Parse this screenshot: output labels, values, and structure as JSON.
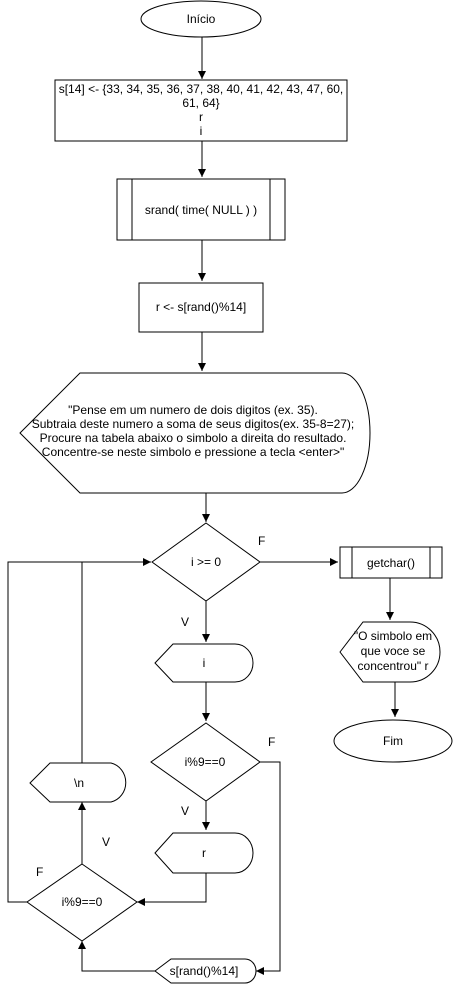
{
  "flowchart": {
    "start": "Início",
    "decl": {
      "line1": "s[14] <- {33, 34, 35, 36, 37, 38, 40, 41, 42, 43, 47, 60,",
      "line2": "61, 64}",
      "line3": "r",
      "line4": "i"
    },
    "srand": "srand( time( NULL ) )",
    "assign_r": "r <- s[rand()%14]",
    "display_msg": {
      "line1": "\"Pense em um numero de dois digitos (ex. 35).",
      "line2": "Subtraia deste numero a soma de seus digitos(ex. 35-8=27);",
      "line3": "Procure na tabela abaixo o simbolo a direita do resultado.",
      "line4": "Concentre-se neste simbolo e pressione a tecla <enter>\""
    },
    "loop_cond": "i >= 0",
    "print_i": "i",
    "cond_mod_a": "i%9==0",
    "print_r": "r",
    "cond_mod_b": "i%9==0",
    "print_newline": "\\n",
    "print_rand": "s[rand()%14]",
    "getchar": "getchar()",
    "final_msg": {
      "line1": "\"O simbolo em",
      "line2": "que voce se",
      "line3": "concentrou\" r"
    },
    "end": "Fim",
    "labels": {
      "false": "F",
      "true": "V"
    }
  }
}
